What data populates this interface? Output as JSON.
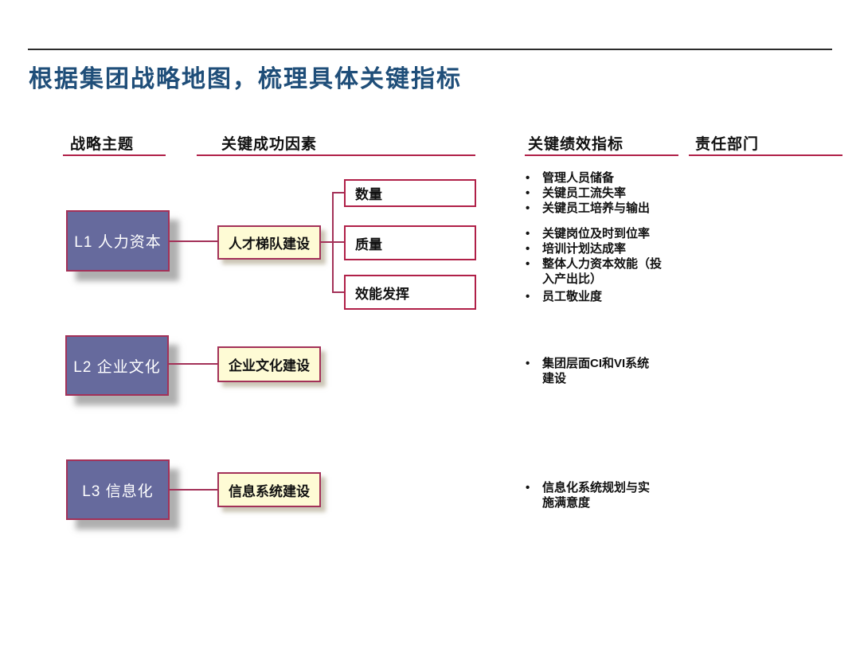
{
  "title": "根据集团战略地图，梳理具体关键指标",
  "columns": {
    "strategy_theme": "战略主题",
    "key_success_factor": "关键成功因素",
    "kpi": "关键绩效指标",
    "responsible_dept": "责任部门"
  },
  "rows": [
    {
      "theme": "L1 人力资本",
      "csf": "人才梯队建设",
      "sub_factors": [
        "数量",
        "质量",
        "效能发挥"
      ],
      "kpi_groups": [
        [
          "管理人员储备",
          "关键员工流失率",
          "关键员工培养与输出"
        ],
        [
          "关键岗位及时到位率",
          "培训计划达成率",
          "整体人力资本效能（投\n入产出比）"
        ],
        [
          "员工敬业度"
        ]
      ]
    },
    {
      "theme": "L2 企业文化",
      "csf": "企业文化建设",
      "sub_factors": [],
      "kpi_groups": [
        [
          "集团层面CI和VI系统\n建设"
        ]
      ]
    },
    {
      "theme": "L3 信息化",
      "csf": "信息系统建设",
      "sub_factors": [],
      "kpi_groups": [
        [
          "信息化系统规划与实\n施满意度"
        ]
      ]
    }
  ],
  "bullet_char": "•",
  "colors": {
    "title_blue": "#1F4E79",
    "header_underline_crimson": "#B02048",
    "box_border_crimson": "#A33158",
    "theme_purple_fill": "#666A9D",
    "csf_yellow_fill": "#FEFBD5",
    "top_rule_dark": "#2b2b2b"
  }
}
